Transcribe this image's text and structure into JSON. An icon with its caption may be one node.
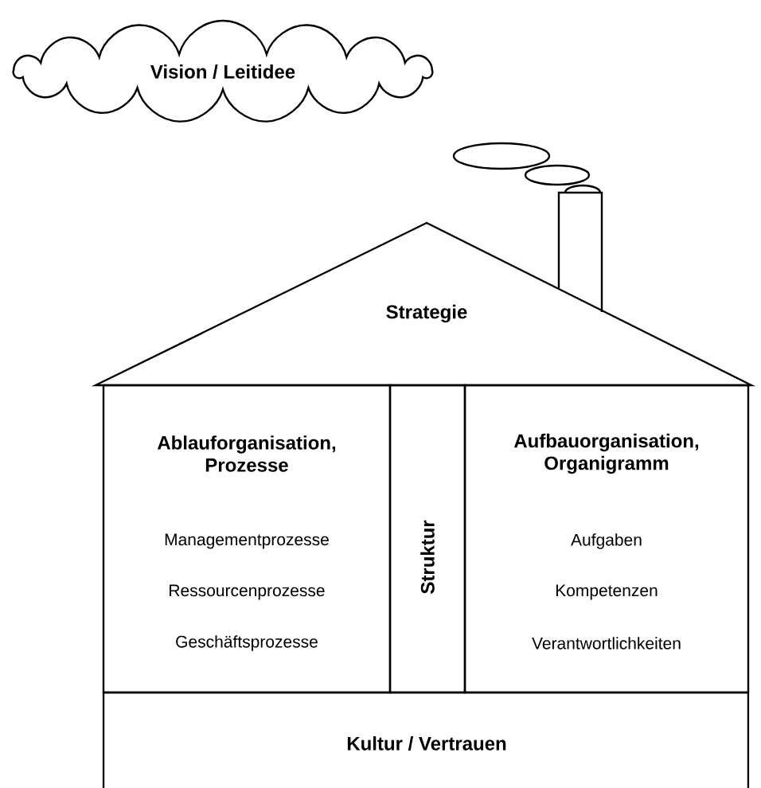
{
  "diagram": {
    "nodes": [
      {
        "text": [
          "Vision / Leitidee"
        ]
      },
      {
        "text": [
          "Strategie"
        ]
      },
      {
        "text": [
          "Ablauforganisation, Prozesse",
          "Managementprozesse",
          "Ressourcenprozesse",
          "Geschäftsprozesse"
        ]
      },
      {
        "text": [
          "Struktur"
        ]
      },
      {
        "text": [
          "Aufbauorganisation, Organigramm",
          "Aufgaben",
          "Kompetenzen",
          "Verantwortlichkeiten"
        ]
      },
      {
        "text": [
          "Kultur / Vertrauen"
        ]
      }
    ]
  }
}
